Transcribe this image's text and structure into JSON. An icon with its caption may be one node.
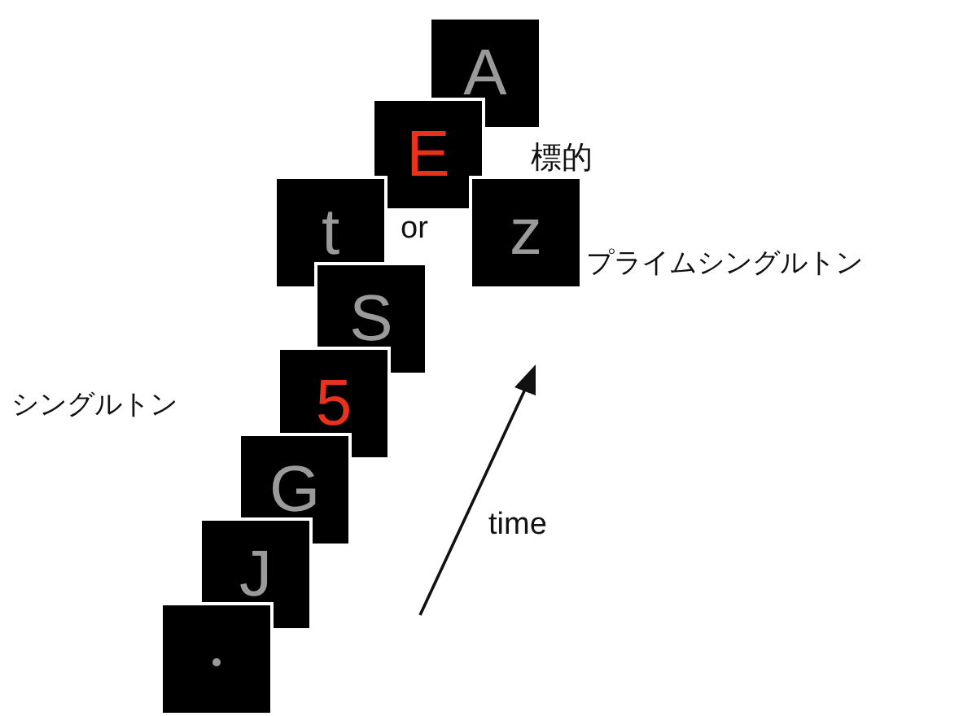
{
  "diagram": {
    "nodes": [
      {
        "text": [
          "A"
        ]
      },
      {
        "text": [
          "E"
        ]
      },
      {
        "text": [
          "t"
        ]
      },
      {
        "text": [
          "z"
        ],
        "beside": [
          "プライムシングルトン"
        ]
      },
      {
        "text": [
          "S"
        ]
      },
      {
        "text": [
          "5"
        ],
        "beside": [
          "シングルトン"
        ]
      },
      {
        "text": [
          "G"
        ]
      },
      {
        "text": [
          "J"
        ]
      },
      {
        "text": [],
        "shape": "box"
      }
    ],
    "edges": [],
    "labels": [
      "標的",
      "or",
      "time"
    ]
  }
}
